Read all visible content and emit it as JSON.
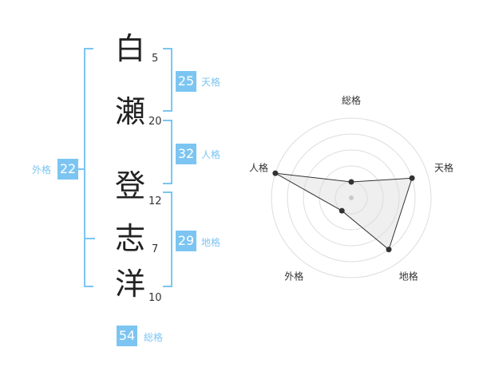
{
  "characters": [
    {
      "char": "白",
      "strokes": "5"
    },
    {
      "char": "瀬",
      "strokes": "20"
    },
    {
      "char": "登",
      "strokes": "12"
    },
    {
      "char": "志",
      "strokes": "7"
    },
    {
      "char": "洋",
      "strokes": "10"
    }
  ],
  "fortunes": {
    "ten": {
      "value": "25",
      "label": "天格"
    },
    "jin": {
      "value": "32",
      "label": "人格"
    },
    "chi": {
      "value": "29",
      "label": "地格"
    },
    "gai": {
      "value": "22",
      "label": "外格"
    },
    "sou": {
      "value": "54",
      "label": "総格"
    }
  },
  "colors": {
    "accent": "#7cc5f2",
    "text": "#222222"
  },
  "chart_data": {
    "type": "radar",
    "axes": [
      "総格",
      "天格",
      "地格",
      "外格",
      "人格"
    ],
    "values": [
      1,
      4,
      4,
      1,
      5
    ],
    "rmax": 5,
    "rings": 5,
    "grid": true
  }
}
